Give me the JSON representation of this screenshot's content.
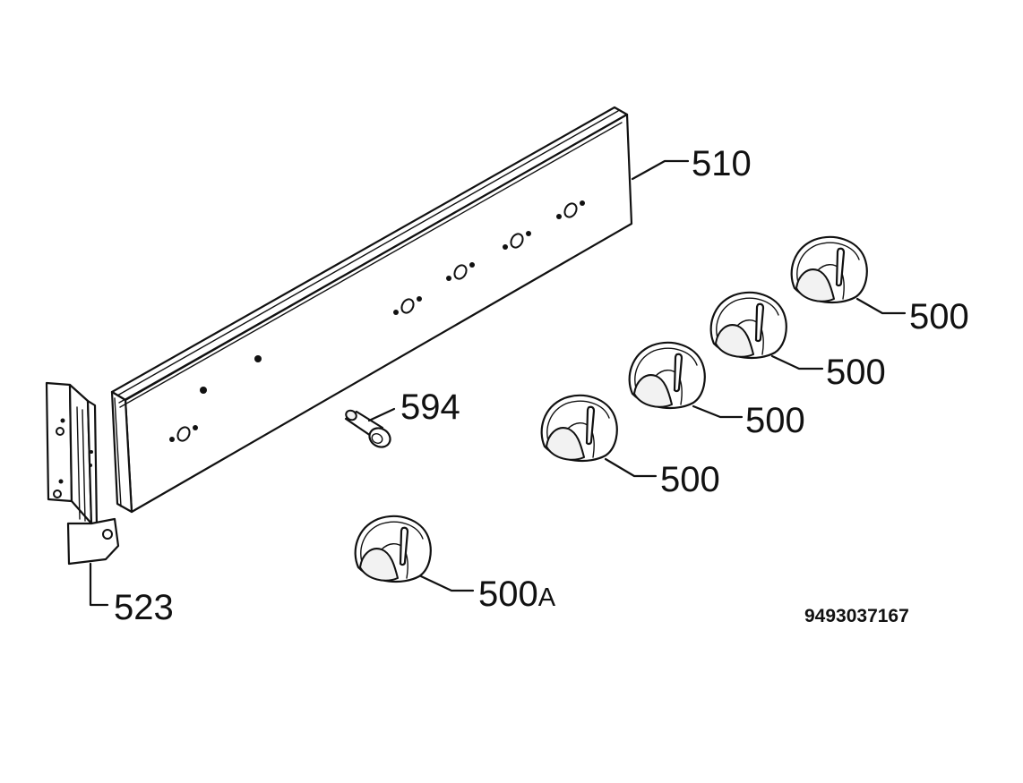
{
  "labels": {
    "panel": "510",
    "screw": "594",
    "bracket": "523",
    "knob_1": "500",
    "knob_2": "500",
    "knob_3": "500",
    "knob_4": "500",
    "knob_a_main": "500",
    "knob_a_suffix": "A"
  },
  "reference_code": "9493037167",
  "colors": {
    "ink": "#111111",
    "paper": "#ffffff"
  }
}
